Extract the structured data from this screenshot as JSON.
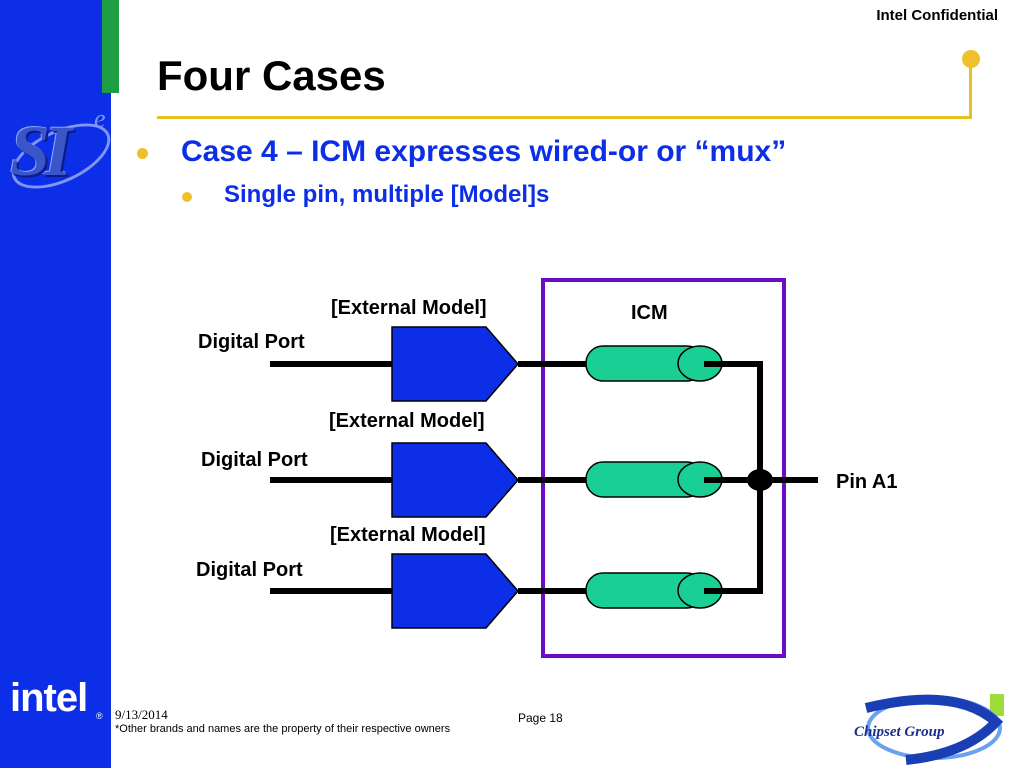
{
  "header": {
    "confidential": "Intel Confidential",
    "title": "Four Cases"
  },
  "bullets": {
    "level1": "Case 4 – ICM expresses wired-or or “mux”",
    "level2": "Single pin, multiple [Model]s"
  },
  "diagram": {
    "icm_label": "ICM",
    "external_model_labels": [
      "[External Model]",
      "[External Model]",
      "[External Model]"
    ],
    "digital_port_labels": [
      "Digital Port",
      "Digital Port",
      "Digital Port"
    ],
    "pin_label": "Pin A1",
    "colors": {
      "buffer_fill": "#0c2ee6",
      "connector_fill": "#19cf94",
      "icm_border": "#6a0dc6"
    }
  },
  "footer": {
    "date": "9/13/2014",
    "note": "*Other brands and names are the property of their respective owners",
    "page": "Page 18"
  },
  "logos": {
    "si": "SI",
    "si_e": "e",
    "intel": "intel",
    "intel_reg": "®",
    "chipset": "Chipset Group"
  },
  "colors": {
    "sidebar": "#0c2ee6",
    "accent_green": "#1e9e45",
    "accent_gold": "#e8c020",
    "text_blue": "#0c2ee6"
  }
}
